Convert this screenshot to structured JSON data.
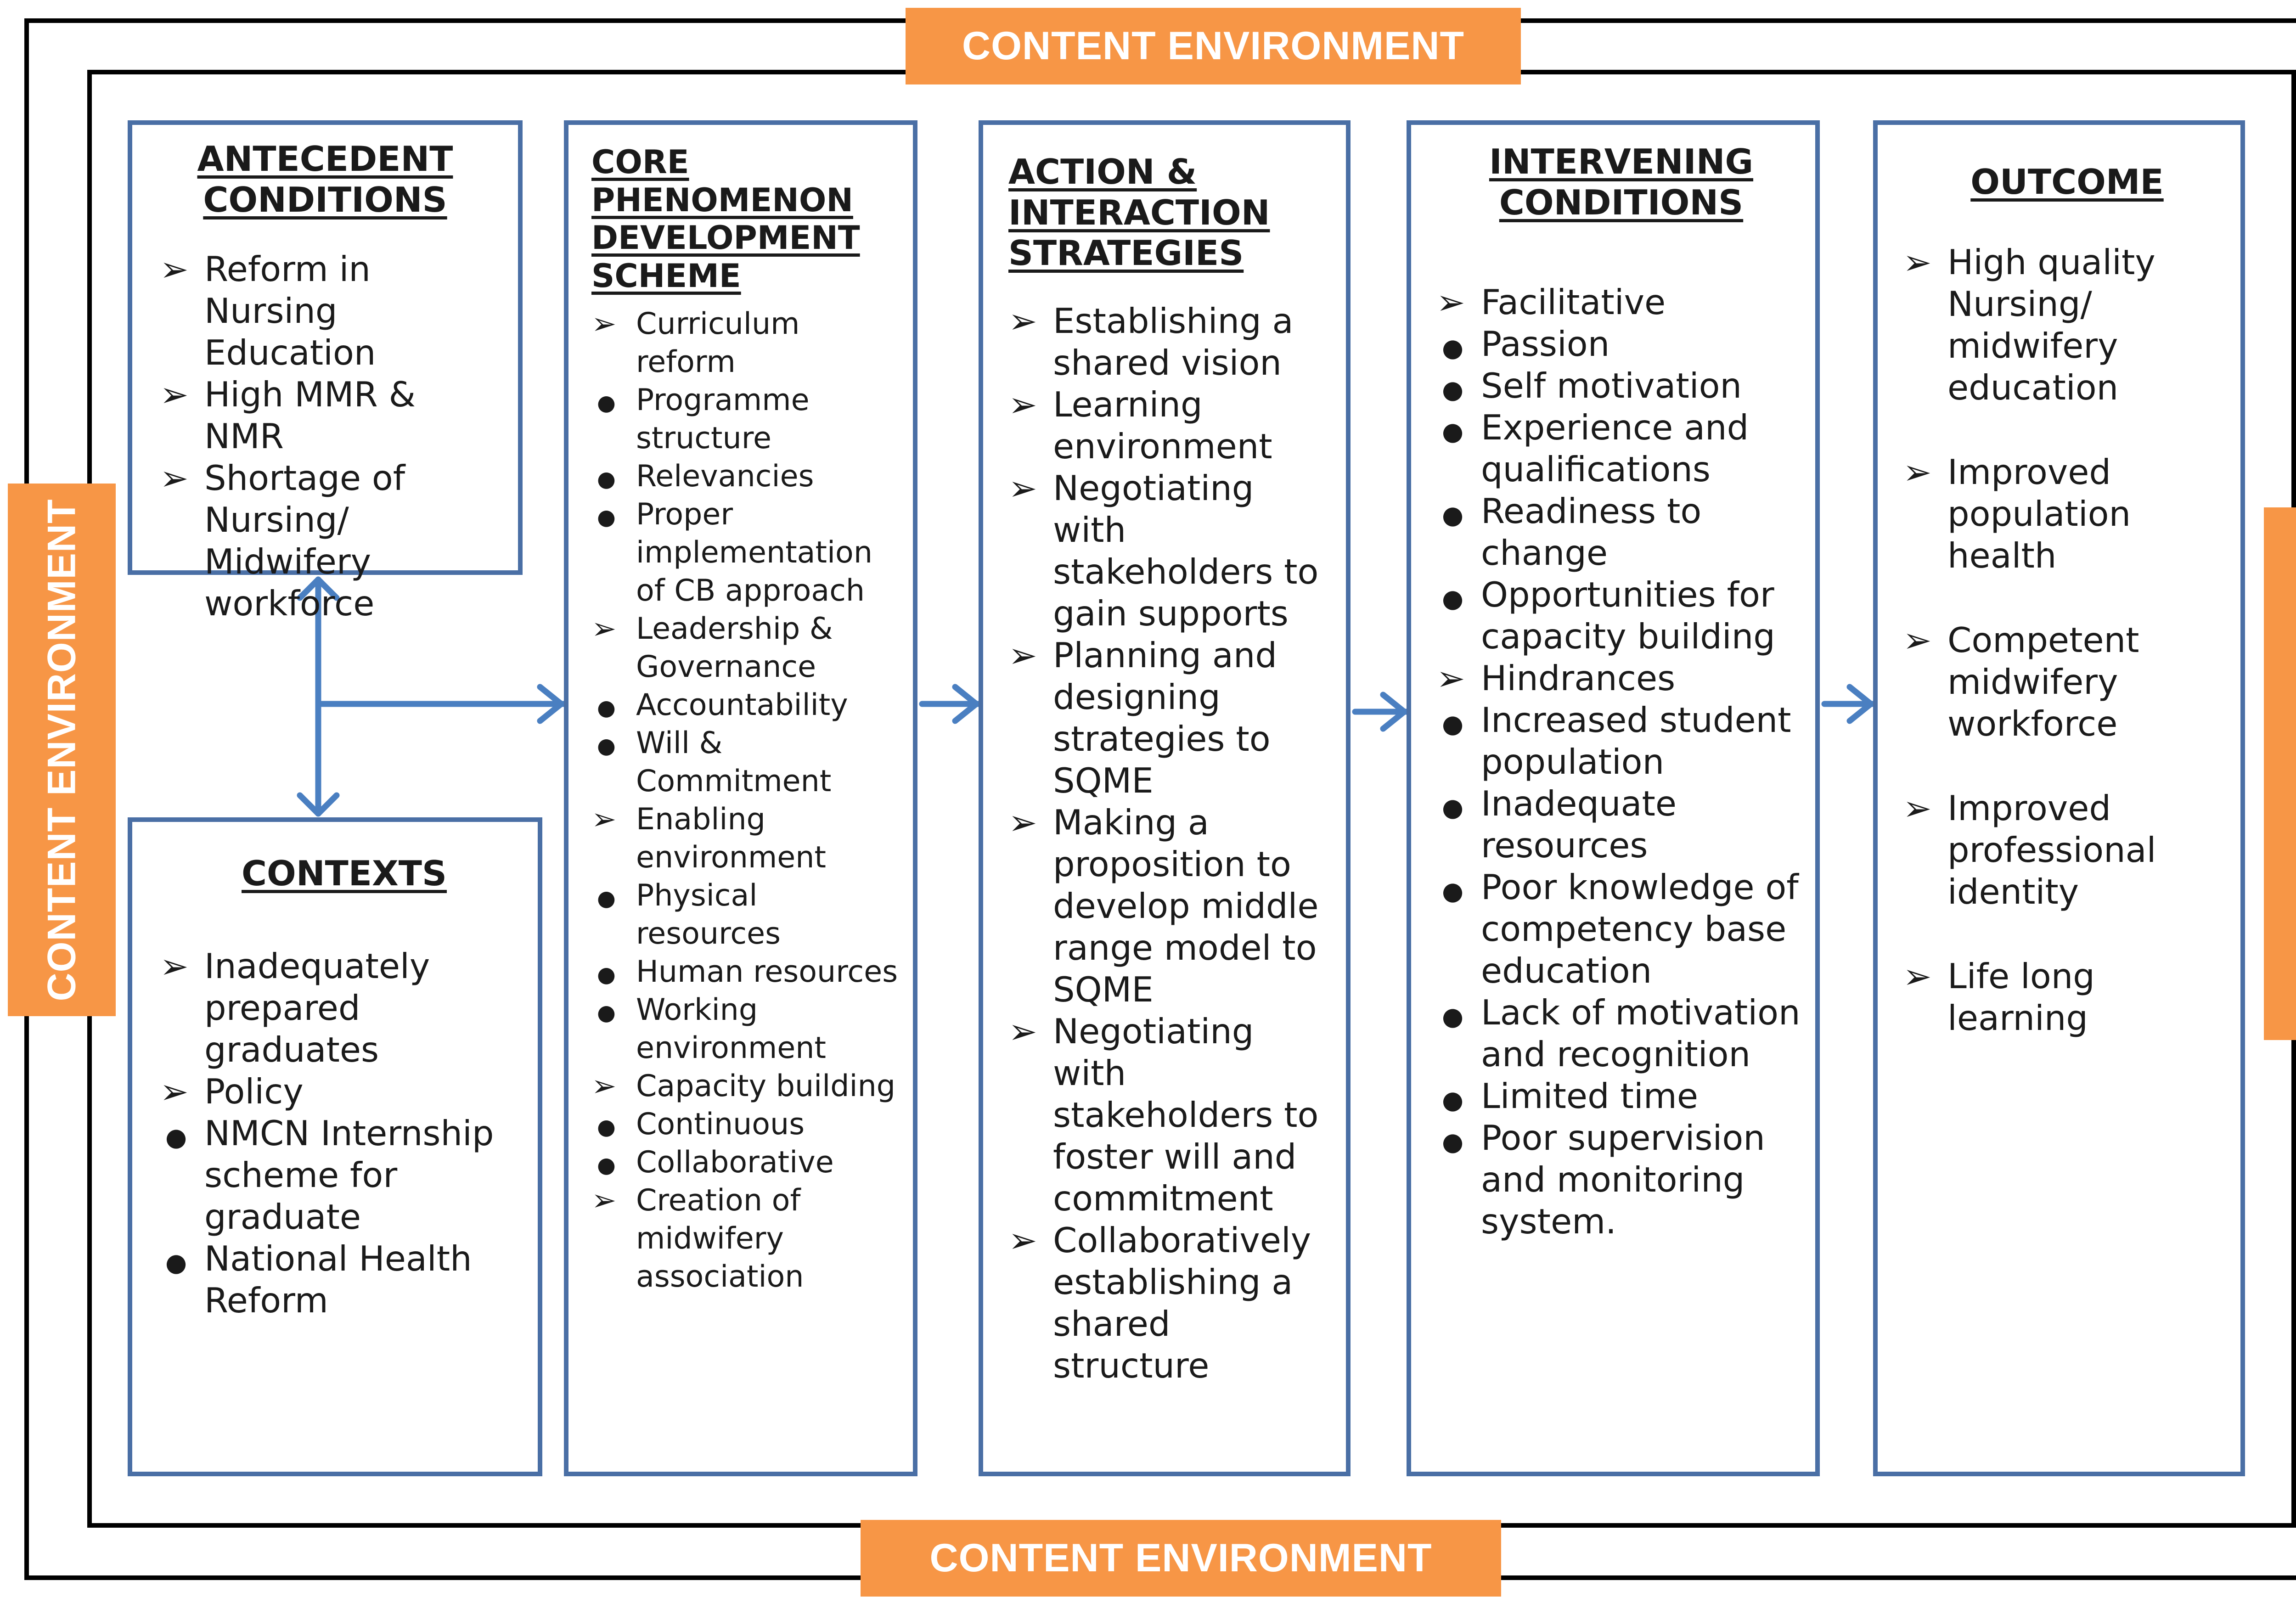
{
  "environment_label": "CONTENT ENVIRONMENT",
  "colors": {
    "environment_fill": "#F79646",
    "box_border": "#4A6FA5",
    "arrow": "#4A7FC1",
    "frame": "#000000"
  },
  "antecedent": {
    "heading": [
      "ANTECEDENT",
      "CONDITIONS"
    ],
    "items": [
      {
        "marker": "arrow",
        "text": "Reform in Nursing Education"
      },
      {
        "marker": "arrow",
        "text": "High MMR & NMR"
      },
      {
        "marker": "arrow",
        "text": "Shortage of Nursing/ Midwifery workforce"
      }
    ]
  },
  "contexts": {
    "heading": [
      "CONTEXTS"
    ],
    "items": [
      {
        "marker": "arrow",
        "text": "Inadequately prepared graduates"
      },
      {
        "marker": "arrow",
        "text": "Policy"
      },
      {
        "marker": "bullet",
        "text": "NMCN Internship scheme for graduate"
      },
      {
        "marker": "bullet",
        "text": "National Health Reform"
      }
    ]
  },
  "core": {
    "heading": [
      "CORE",
      "PHENOMENON",
      "DEVELOPMENT",
      "SCHEME"
    ],
    "items": [
      {
        "marker": "arrow",
        "text": "Curriculum reform"
      },
      {
        "marker": "bullet",
        "text": "Programme structure"
      },
      {
        "marker": "bullet",
        "text": "Relevancies"
      },
      {
        "marker": "bullet",
        "text": "Proper implementation of CB approach"
      },
      {
        "marker": "arrow",
        "text": "Leadership & Governance"
      },
      {
        "marker": "bullet",
        "text": "Accountability"
      },
      {
        "marker": "bullet",
        "text": "Will & Commitment"
      },
      {
        "marker": "arrow",
        "text": "Enabling environment"
      },
      {
        "marker": "bullet",
        "text": "Physical resources"
      },
      {
        "marker": "bullet",
        "text": "Human resources"
      },
      {
        "marker": "bullet",
        "text": "Working environment"
      },
      {
        "marker": "arrow",
        "text": "Capacity building"
      },
      {
        "marker": "bullet",
        "text": "Continuous"
      },
      {
        "marker": "bullet",
        "text": "Collaborative"
      },
      {
        "marker": "arrow",
        "text": "Creation of midwifery association"
      }
    ]
  },
  "action": {
    "heading": [
      "ACTION &",
      "INTERACTION",
      "STRATEGIES"
    ],
    "items": [
      {
        "marker": "arrow",
        "text": "Establishing a shared vision"
      },
      {
        "marker": "arrow",
        "text": "Learning environment"
      },
      {
        "marker": "arrow",
        "text": "Negotiating with stakeholders to gain supports"
      },
      {
        "marker": "arrow",
        "text": "Planning and designing strategies to SQME"
      },
      {
        "marker": "arrow",
        "text": "Making a proposition to develop middle range model to SQME"
      },
      {
        "marker": "arrow",
        "text": "Negotiating with stakeholders to foster will and commitment"
      },
      {
        "marker": "arrow",
        "text": "Collaboratively establishing a shared structure"
      }
    ]
  },
  "intervening": {
    "heading": [
      "INTERVENING",
      "CONDITIONS"
    ],
    "items": [
      {
        "marker": "arrow",
        "text": "Facilitative"
      },
      {
        "marker": "bullet",
        "text": "Passion"
      },
      {
        "marker": "bullet",
        "text": "Self motivation"
      },
      {
        "marker": "bullet",
        "text": "Experience and qualifications"
      },
      {
        "marker": "bullet",
        "text": "Readiness to change"
      },
      {
        "marker": "bullet",
        "text": "Opportunities for capacity building"
      },
      {
        "marker": "arrow",
        "text": "Hindrances"
      },
      {
        "marker": "bullet",
        "text": "Increased student population"
      },
      {
        "marker": "bullet",
        "text": "Inadequate resources"
      },
      {
        "marker": "bullet",
        "text": "Poor knowledge of competency base education"
      },
      {
        "marker": "bullet",
        "text": "Lack of motivation and recognition"
      },
      {
        "marker": "bullet",
        "text": "Limited time"
      },
      {
        "marker": "bullet",
        "text": "Poor supervision and monitoring system."
      }
    ]
  },
  "outcome": {
    "heading": [
      "OUTCOME"
    ],
    "items": [
      {
        "marker": "arrow",
        "text": "High quality Nursing/ midwifery education"
      },
      {
        "marker": "arrow",
        "text": "Improved population health"
      },
      {
        "marker": "arrow",
        "text": "Competent midwifery workforce"
      },
      {
        "marker": "arrow",
        "text": "Improved professional identity"
      },
      {
        "marker": "arrow",
        "text": "Life long learning"
      }
    ]
  }
}
